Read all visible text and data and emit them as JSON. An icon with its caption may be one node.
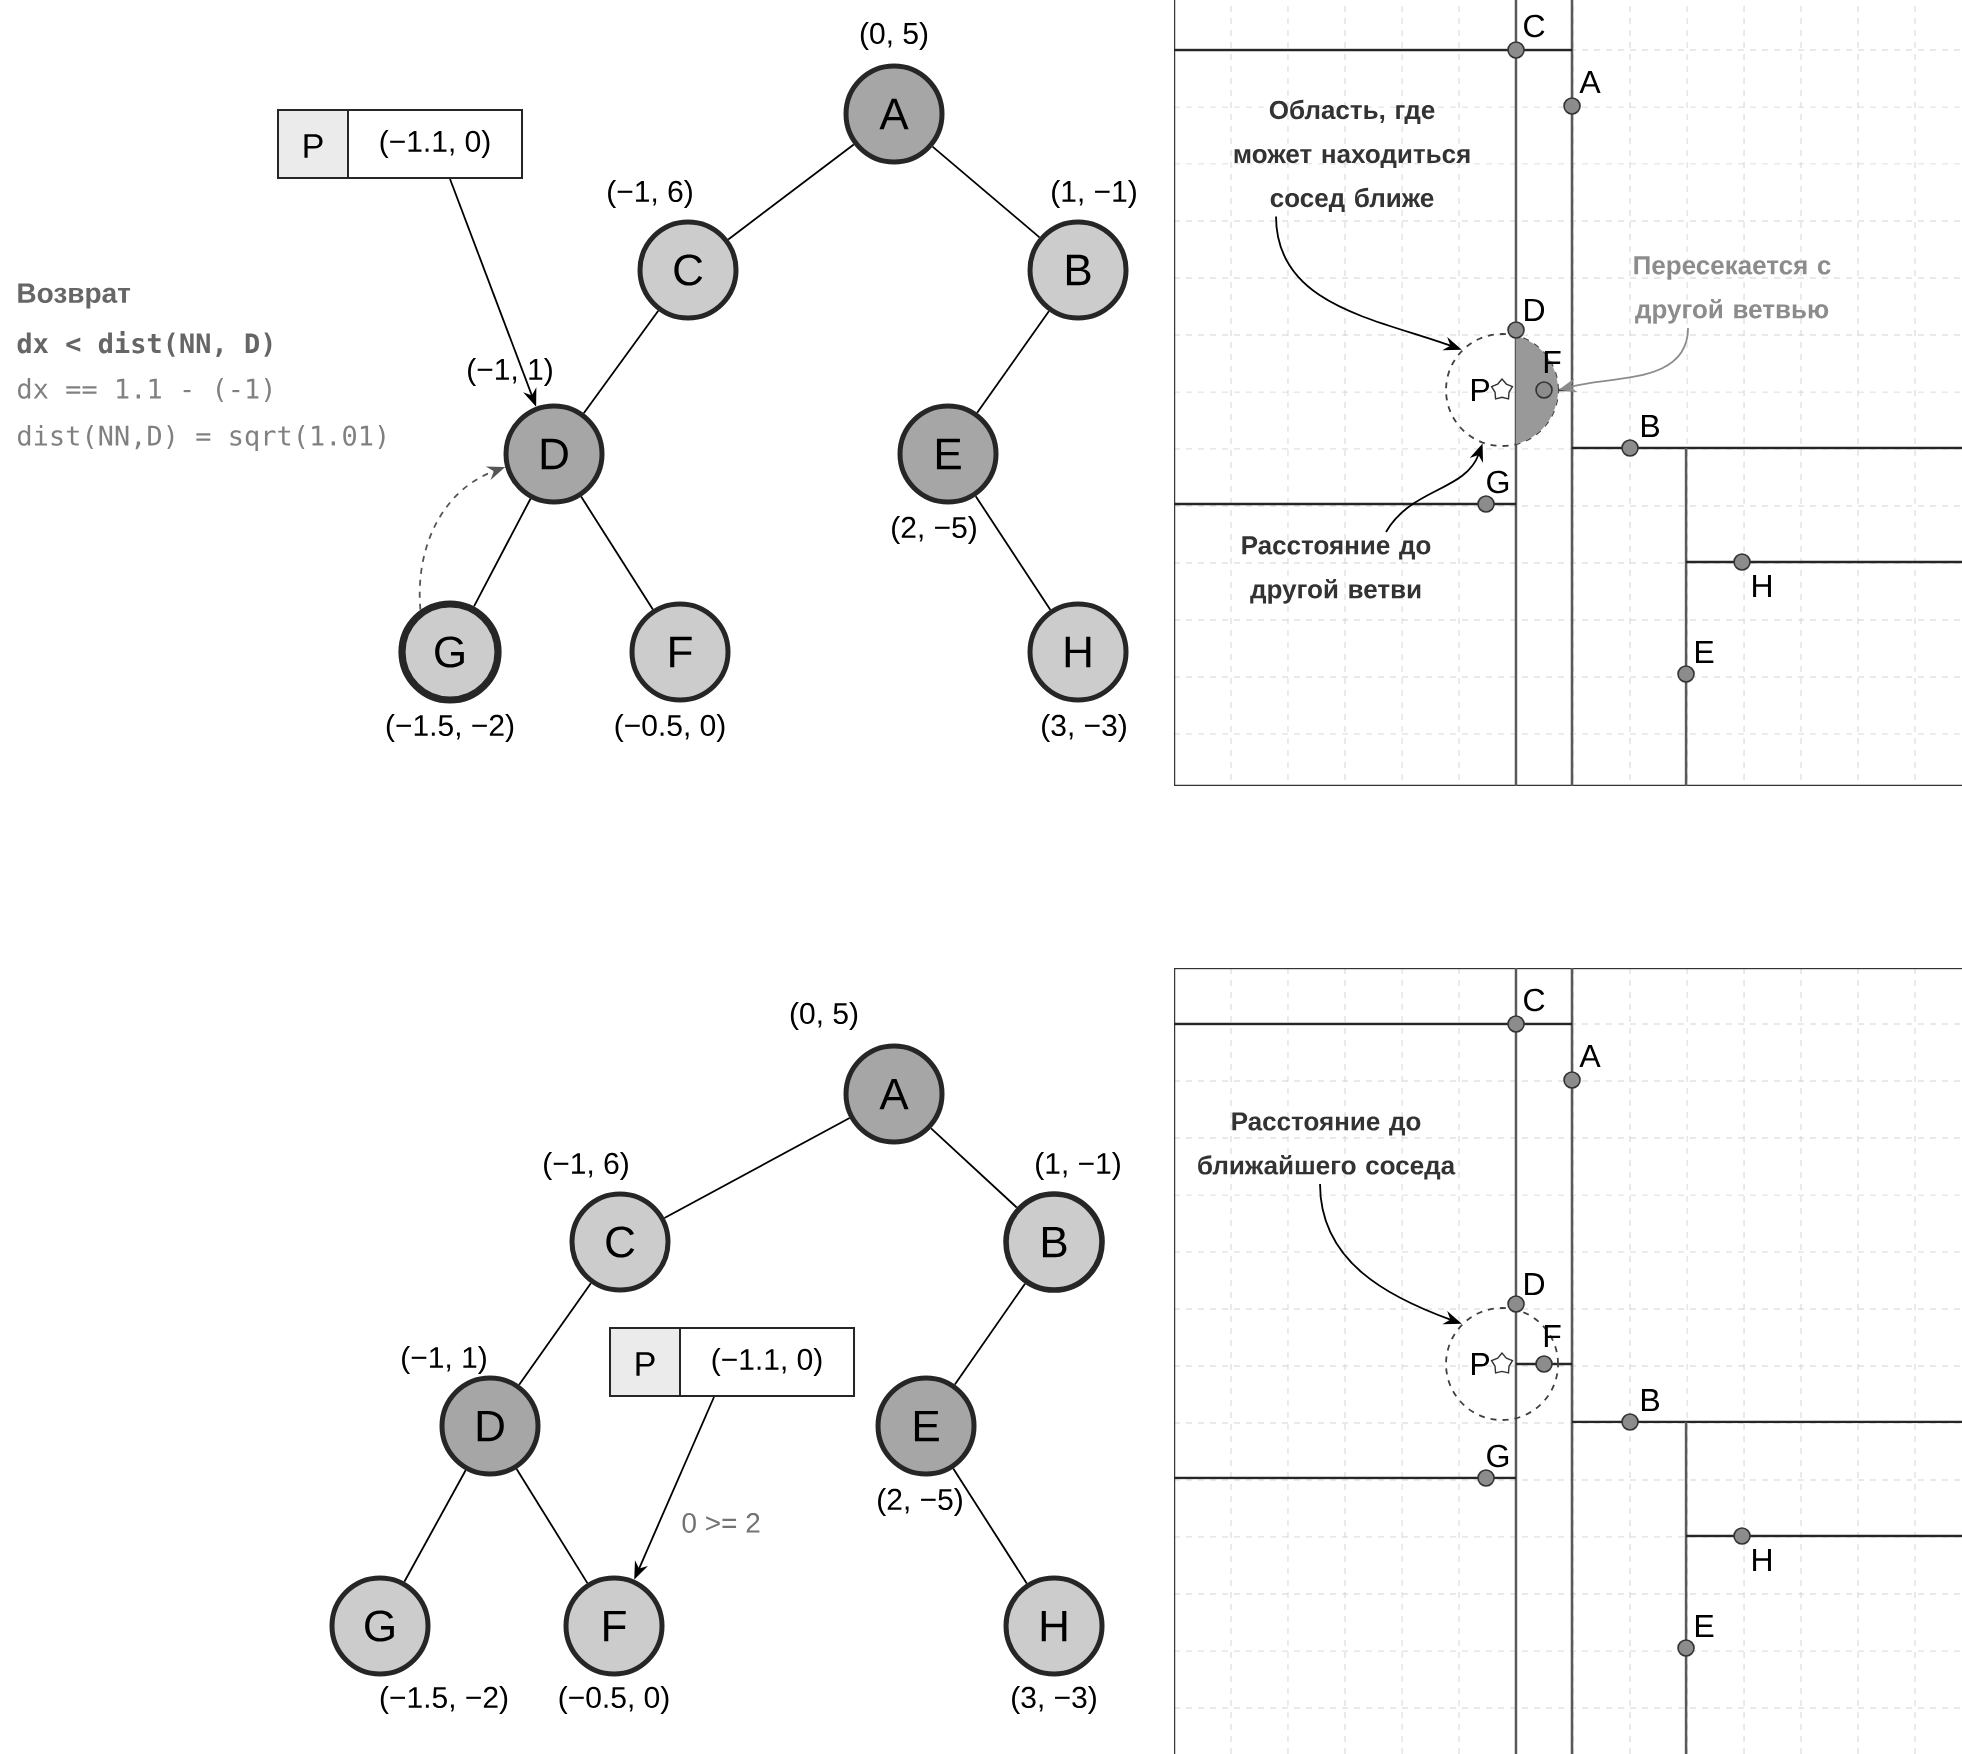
{
  "diagram": {
    "nodes": [
      {
        "text": [
          "A"
        ],
        "beside": [
          "(0, 5)"
        ]
      },
      {
        "text": [
          "C"
        ],
        "beside": [
          "(−1, 6)"
        ]
      },
      {
        "text": [
          "B"
        ],
        "beside": [
          "(1, −1)"
        ]
      },
      {
        "text": [
          "P",
          "(−1.1, 0)"
        ]
      },
      {
        "text": [
          "D"
        ],
        "beside": [
          "(−1, 1)"
        ]
      },
      {
        "text": [
          "E"
        ],
        "beside": [
          "(2, −5)"
        ]
      },
      {
        "text": [
          "G"
        ],
        "beside": [
          "(−1.5, −2)"
        ]
      },
      {
        "text": [
          "F"
        ],
        "beside": [
          "(−0.5, 0)"
        ]
      },
      {
        "text": [
          "H"
        ],
        "beside": [
          "(3, −3)"
        ]
      },
      {
        "text": [
          "Область, где может находиться сосед ближе"
        ]
      },
      {
        "text": [
          "Пересекается с другой ветвью"
        ]
      },
      {
        "text": [],
        "shape": "circle"
      },
      {
        "text": [],
        "shape": "segment",
        "in": 11
      },
      {
        "text": [
          "Расстояние до другой ветви"
        ]
      },
      {
        "text": [
          "A"
        ],
        "beside": [
          "(0, 5)"
        ]
      },
      {
        "text": [
          "C"
        ],
        "beside": [
          "(−1, 6)"
        ]
      },
      {
        "text": [
          "B"
        ],
        "beside": [
          "(1, −1)"
        ]
      },
      {
        "text": [
          "D"
        ],
        "beside": [
          "(−1, 1)"
        ]
      },
      {
        "text": [
          "P",
          "(−1.1, 0)"
        ]
      },
      {
        "text": [
          "E"
        ],
        "beside": [
          "(2, −5)"
        ]
      },
      {
        "text": [
          "G"
        ],
        "beside": [
          "(−1.5, −2)"
        ]
      },
      {
        "text": [
          "F"
        ],
        "beside": [
          "(−0.5, 0)"
        ]
      },
      {
        "text": [
          "H"
        ],
        "beside": [
          "(3, −3)"
        ]
      },
      {
        "text": [
          "Расстояние до ближайшего соседа"
        ]
      },
      {
        "text": [],
        "shape": "circle"
      }
    ],
    "edges": [
      {
        "from": 0,
        "to": 1,
        "arrow": "none"
      },
      {
        "from": 0,
        "to": 2,
        "arrow": "none"
      },
      {
        "from": 1,
        "to": 4,
        "arrow": "none"
      },
      {
        "from": 2,
        "to": 5,
        "arrow": "none"
      },
      {
        "from": 4,
        "to": 6,
        "arrow": "none"
      },
      {
        "from": 4,
        "to": 7,
        "arrow": "none"
      },
      {
        "from": 5,
        "to": 8,
        "arrow": "none"
      },
      {
        "from": 3,
        "to": 4,
        "arrow": "to"
      },
      {
        "from": 6,
        "to": 4,
        "arrow": "to",
        "style": "dashed",
        "color": "#555555"
      },
      {
        "from": 9,
        "to": 11,
        "arrow": "to"
      },
      {
        "from": 10,
        "to": 12,
        "arrow": "to",
        "color": "#8c8c8c"
      },
      {
        "from": 13,
        "to": 11,
        "arrow": "to"
      },
      {
        "from": 14,
        "to": 15,
        "arrow": "none"
      },
      {
        "from": 14,
        "to": 16,
        "arrow": "none"
      },
      {
        "from": 15,
        "to": 17,
        "arrow": "none"
      },
      {
        "from": 16,
        "to": 19,
        "arrow": "none"
      },
      {
        "from": 17,
        "to": 20,
        "arrow": "none"
      },
      {
        "from": 17,
        "to": 21,
        "arrow": "none"
      },
      {
        "from": 19,
        "to": 22,
        "arrow": "none"
      },
      {
        "from": 18,
        "to": 21,
        "arrow": "to",
        "label": "0 >= 2"
      },
      {
        "from": 23,
        "to": 24,
        "arrow": "to"
      }
    ],
    "labels": [
      "Возврат",
      "dx < dist(NN, D)",
      "dx == 1.1 - (-1)",
      "dist(NN,D) = sqrt(1.01)",
      "C",
      "A",
      "D",
      "F",
      "P",
      "B",
      "G",
      "H",
      "E",
      "C",
      "A",
      "D",
      "F",
      "P",
      "B",
      "G",
      "H",
      "E"
    ]
  }
}
